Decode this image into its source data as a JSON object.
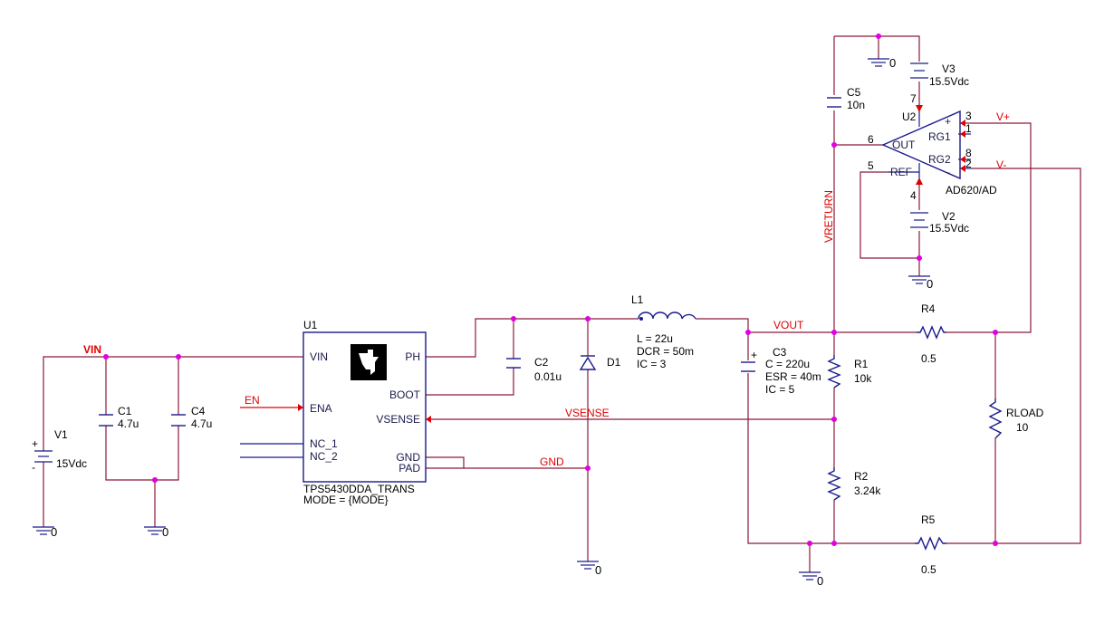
{
  "colors": {
    "wire": "#8b1a3a",
    "component": "#1a1a8c",
    "net": "#e00000",
    "junction": "#e000e0"
  },
  "u1": {
    "ref": "U1",
    "part": "TPS5430DDA_TRANS",
    "mode": "MODE = {MODE}",
    "pins": {
      "vin": "VIN",
      "ena": "ENA",
      "nc1": "NC_1",
      "nc2": "NC_2",
      "ph": "PH",
      "boot": "BOOT",
      "vsense": "VSENSE",
      "gnd": "GND",
      "pad": "PAD"
    },
    "logo": "ti-logo"
  },
  "u2": {
    "ref": "U2",
    "part": "AD620/AD",
    "pins": {
      "out": "OUT",
      "ref": "REF",
      "rg1": "RG1",
      "rg2": "RG2",
      "plus": "+",
      "minus": "-"
    },
    "pin_numbers": {
      "p7": "7",
      "p4": "4",
      "p6": "6",
      "p5": "5",
      "p3": "3",
      "p1": "1",
      "p8": "8",
      "p2": "2"
    }
  },
  "v1": {
    "ref": "V1",
    "value": "15Vdc"
  },
  "v2": {
    "ref": "V2",
    "value": "15.5Vdc"
  },
  "v3": {
    "ref": "V3",
    "value": "15.5Vdc"
  },
  "c1": {
    "ref": "C1",
    "value": "4.7u"
  },
  "c4": {
    "ref": "C4",
    "value": "4.7u"
  },
  "c2": {
    "ref": "C2",
    "value": "0.01u"
  },
  "c5": {
    "ref": "C5",
    "value": "10n"
  },
  "c3": {
    "ref": "C3",
    "value": "C = 220u",
    "esr": "ESR = 40m",
    "ic": "IC = 5"
  },
  "l1": {
    "ref": "L1",
    "value": "L = 22u",
    "dcr": "DCR = 50m",
    "ic": "IC = 3"
  },
  "d1": {
    "ref": "D1"
  },
  "r1": {
    "ref": "R1",
    "value": "10k"
  },
  "r2": {
    "ref": "R2",
    "value": "3.24k"
  },
  "r4": {
    "ref": "R4",
    "value": "0.5"
  },
  "r5": {
    "ref": "R5",
    "value": "0.5"
  },
  "rload": {
    "ref": "RLOAD",
    "value": "10"
  },
  "nets": {
    "vin": "VIN",
    "en": "EN",
    "gnd": "GND",
    "vsense": "VSENSE",
    "vout": "VOUT",
    "vreturn": "VRETURN",
    "vplus": "V+",
    "vminus": "V-"
  },
  "ground_label": "0"
}
